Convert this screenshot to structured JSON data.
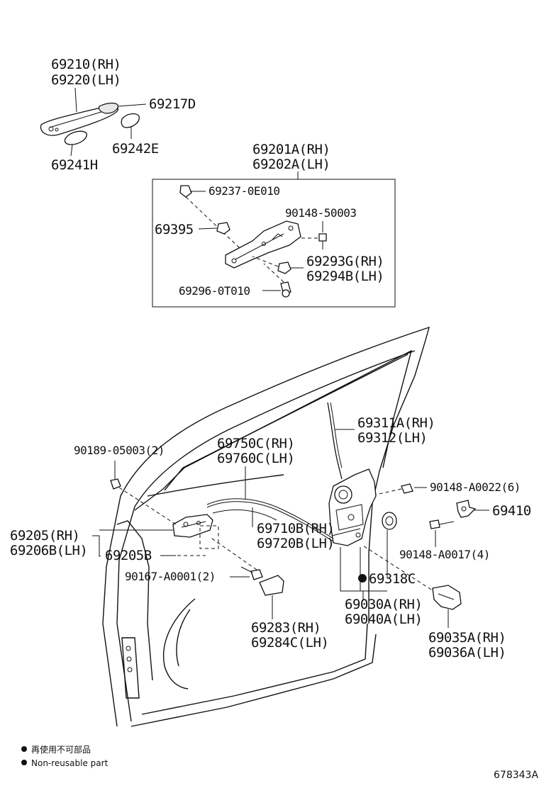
{
  "labels": {
    "l69210": "69210(RH)",
    "l69220": "69220(LH)",
    "l69217D": "69217D",
    "l69242E": "69242E",
    "l69241H": "69241H",
    "l69201A": "69201A(RH)",
    "l69202A": "69202A(LH)",
    "l69237": "69237-0E010",
    "l90148_50003": "90148-50003",
    "l69395": "69395",
    "l69293G": "69293G(RH)",
    "l69294B": "69294B(LH)",
    "l69296": "69296-0T010",
    "l69311A": "69311A(RH)",
    "l69312": "69312(LH)",
    "l69750C": "69750C(RH)",
    "l69760C": "69760C(LH)",
    "l90189": "90189-05003(2)",
    "l90148_A0022": "90148-A0022(6)",
    "l69410": "69410",
    "l69205": "69205(RH)",
    "l69206B": "69206B(LH)",
    "l69710B": "69710B(RH)",
    "l69720B": "69720B(LH)",
    "l90148_A0017": "90148-A0017(4)",
    "l69205B": "69205B",
    "l90167": "90167-A0001(2)",
    "l69318C": "69318C",
    "l69030A": "69030A(RH)",
    "l69040A": "69040A(LH)",
    "l69283": "69283(RH)",
    "l69284C": "69284C(LH)",
    "l69035A": "69035A(RH)",
    "l69036A": "69036A(LH)"
  },
  "legend": {
    "japanese": "再使用不可部品",
    "english": "Non-reusable part"
  },
  "diagram_code": "678343A"
}
